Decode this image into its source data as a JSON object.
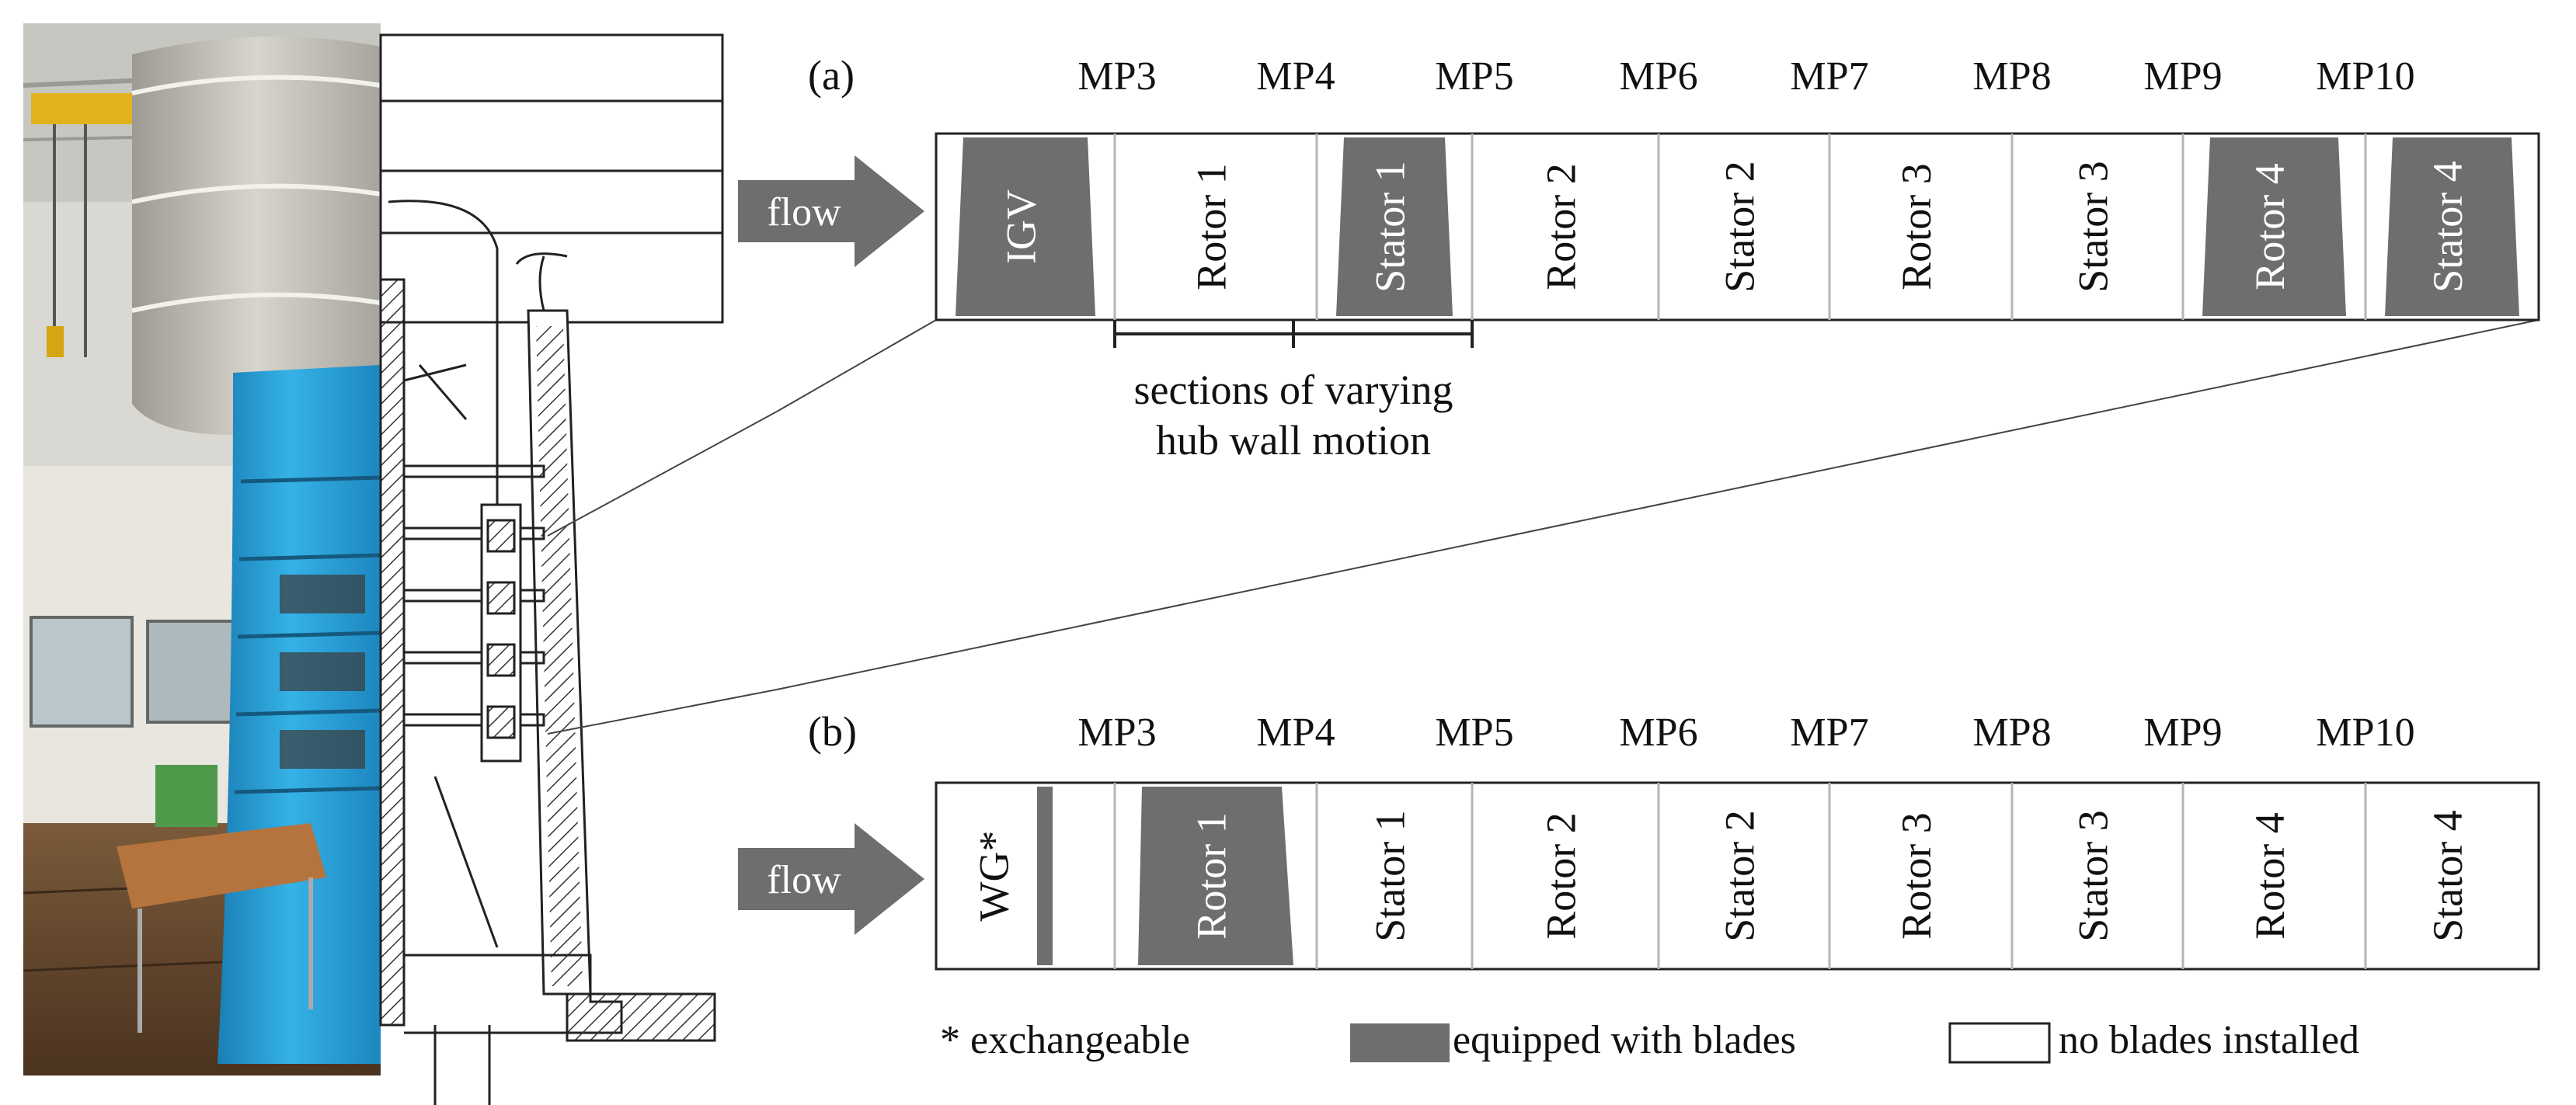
{
  "panels": {
    "a": {
      "label": "(a)",
      "flow_label": "flow",
      "mp_labels": [
        "MP3",
        "MP4",
        "MP5",
        "MP6",
        "MP7",
        "MP8",
        "MP9",
        "MP10"
      ],
      "stages": [
        {
          "label": "IGV",
          "equipped": true
        },
        {
          "label": "Rotor 1",
          "equipped": false
        },
        {
          "label": "Stator 1",
          "equipped": true
        },
        {
          "label": "Rotor 2",
          "equipped": false
        },
        {
          "label": "Stator 2",
          "equipped": false
        },
        {
          "label": "Rotor 3",
          "equipped": false
        },
        {
          "label": "Stator 3",
          "equipped": false
        },
        {
          "label": "Rotor 4",
          "equipped": true
        },
        {
          "label": "Stator 4",
          "equipped": true
        }
      ],
      "sections_note": [
        "sections of varying",
        "hub wall motion"
      ]
    },
    "b": {
      "label": "(b)",
      "flow_label": "flow",
      "mp_labels": [
        "MP3",
        "MP4",
        "MP5",
        "MP6",
        "MP7",
        "MP8",
        "MP9",
        "MP10"
      ],
      "stages": [
        {
          "label": "WG*",
          "equipped": false
        },
        {
          "label": "Rotor 1",
          "equipped": true
        },
        {
          "label": "Stator 1",
          "equipped": false
        },
        {
          "label": "Rotor 2",
          "equipped": false
        },
        {
          "label": "Stator 2",
          "equipped": false
        },
        {
          "label": "Rotor 3",
          "equipped": false
        },
        {
          "label": "Stator 3",
          "equipped": false
        },
        {
          "label": "Rotor 4",
          "equipped": false
        },
        {
          "label": "Stator 4",
          "equipped": false
        }
      ]
    }
  },
  "legend": {
    "footnote": "* exchangeable",
    "equipped": "equipped with blades",
    "empty": "no blades installed"
  },
  "colors": {
    "blade_fill": "#6e6e6e",
    "arrow_fill": "#6e6e6e",
    "outline": "#222222",
    "divider": "#b5b5b5",
    "machine_blue": "#2aa0d6"
  }
}
